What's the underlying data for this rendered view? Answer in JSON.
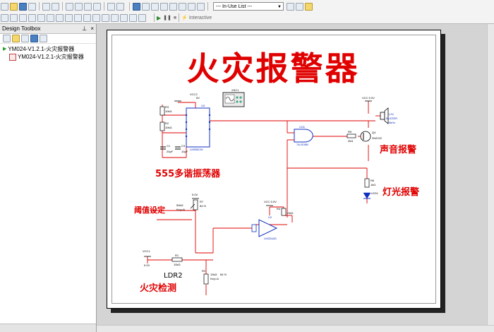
{
  "toolbar": {
    "in_use_list": "--- In-Use List ---",
    "interactive": "Interactive"
  },
  "design_toolbox": {
    "title": "Design Toolbox",
    "close_glyph": "×",
    "pin_glyph": "⊥",
    "project": "YM024-V1.2.1-火灾报警器",
    "sheet": "YM024-V1.2.1-火灾报警器"
  },
  "schematic": {
    "title": "火灾报警器",
    "labels": {
      "oscillator": "555多谐振荡器",
      "sound_alarm": "声音报警",
      "light_alarm": "灯光报警",
      "threshold": "阈值设定",
      "ldr": "LDR2",
      "fire_detect": "火灾检测"
    },
    "components": {
      "vcc2": "VCC2",
      "vcc2_v": "5V",
      "u3": "U3",
      "u3_part": "LM555CM",
      "xsc1": "XSC1",
      "r3": "R3",
      "r3_v": "10kΩ",
      "r2": "R2",
      "r2_v": "10kΩ",
      "c1": "C1",
      "c1_v": "10μF",
      "c3": "C3",
      "c3_v": "20pF",
      "vcc_top": "VCC 5.0V",
      "ls1": "LS1",
      "ls1_part": "BUZZER",
      "ls1_f": "5kHz",
      "u1a": "U1A",
      "u1a_part": "74LS08N",
      "r5": "R5",
      "r5_v": "2kΩ",
      "q4": "Q4",
      "q4_part": "2N2222",
      "led1": "LED1",
      "r6": "R6",
      "r6_v": "1kΩ",
      "vcc5": "VCC 5.0V",
      "r4": "R4",
      "r4_v": "10kΩ",
      "u2": "U2",
      "u2_part": "LM324AD",
      "v_top": "5.0V",
      "r7": "R7",
      "r7_v": "50kΩ",
      "r7_pct": "84 %",
      "r7_key": "Key=A",
      "vcc1": "VCC1",
      "vcc1_v": "5.0V",
      "r1": "R1",
      "r1_v": "10kΩ",
      "r2b": "R2",
      "r2b_v": "10kΩ",
      "r2b_pct": "84 %",
      "r2b_key": "Key=A"
    }
  }
}
